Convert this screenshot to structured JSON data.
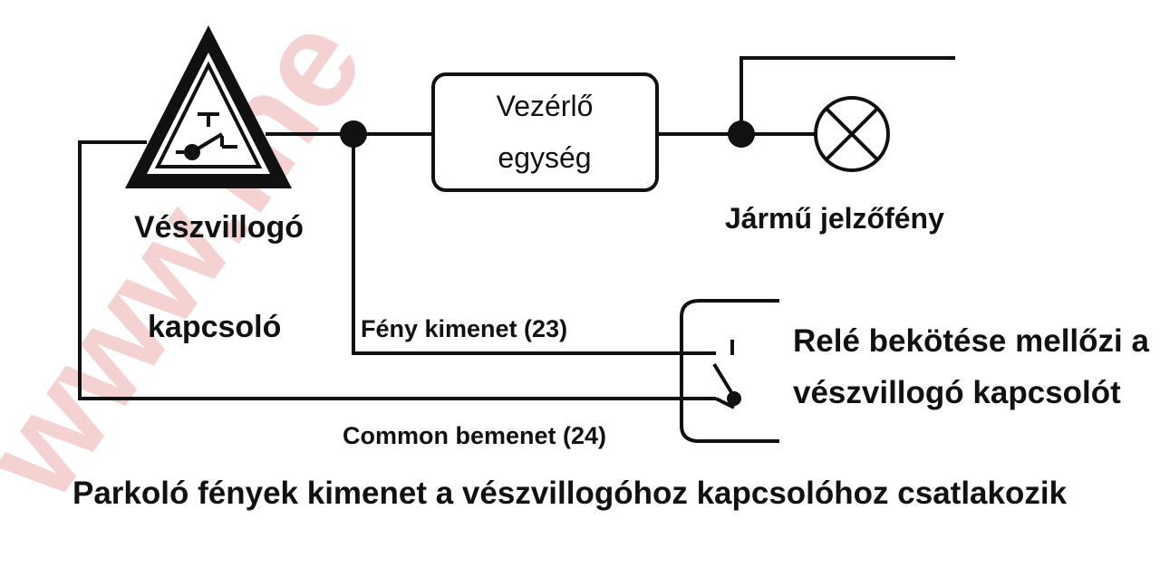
{
  "watermark": "www.me",
  "switch_label_line1": "Vészvillogó",
  "switch_label_line2": "kapcsoló",
  "control_unit_line1": "Vezérlő",
  "control_unit_line2": "egység",
  "vehicle_light_label": "Jármű jelzőfény",
  "light_output_label": "Fény kimenet (23)",
  "common_input_label": "Common bemenet (24)",
  "relay_note_line1": "Relé bekötése mellőzi a",
  "relay_note_line2": "vészvillogó kapcsolót",
  "caption": "Parkoló fények kimenet a vészvillogóhoz kapcsolóhoz csatlakozik"
}
